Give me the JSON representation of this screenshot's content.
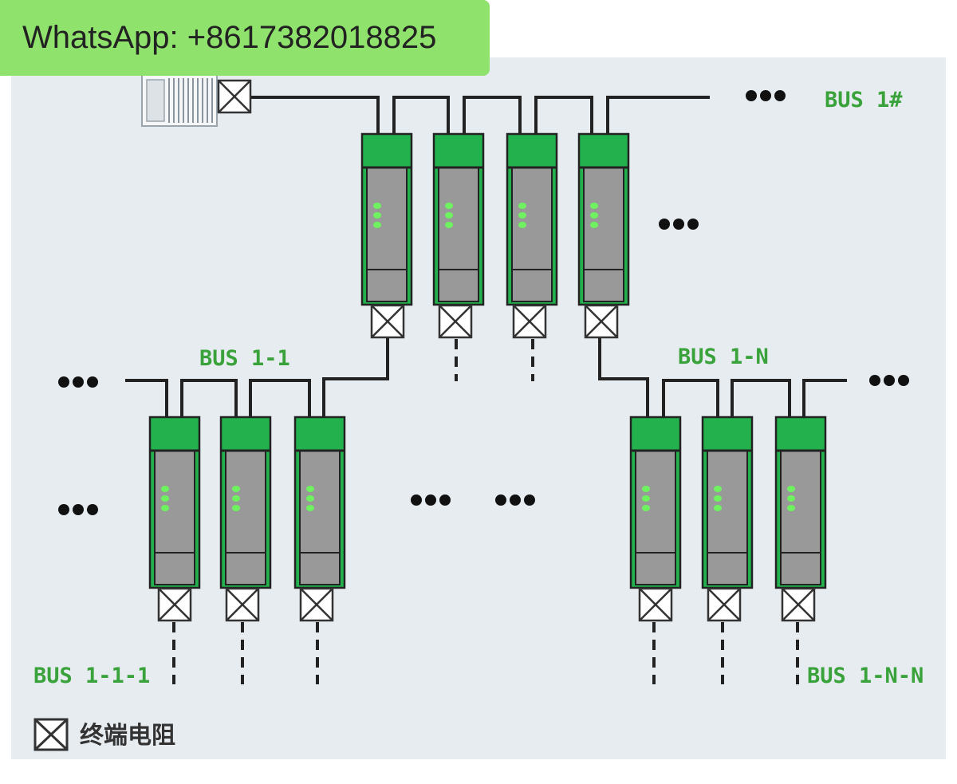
{
  "watermark": {
    "text": "WhatsApp: +8617382018825"
  },
  "bus_labels": {
    "main": "BUS 1#",
    "branch_left": "BUS 1-1",
    "branch_right": "BUS 1-N",
    "sub_left": "BUS 1-1-1",
    "sub_right": "BUS 1-N-N"
  },
  "legend": {
    "label": "终端电阻"
  },
  "colors": {
    "panel_bg": "#e7ecf0",
    "module_green": "#22b14c",
    "module_gray": "#999999",
    "led_green": "#6ef25f",
    "label_green": "#3aa23a",
    "line": "#222222"
  },
  "icons": {
    "terminator": "terminator-resistor-icon",
    "plc": "plc-controller-icon"
  }
}
